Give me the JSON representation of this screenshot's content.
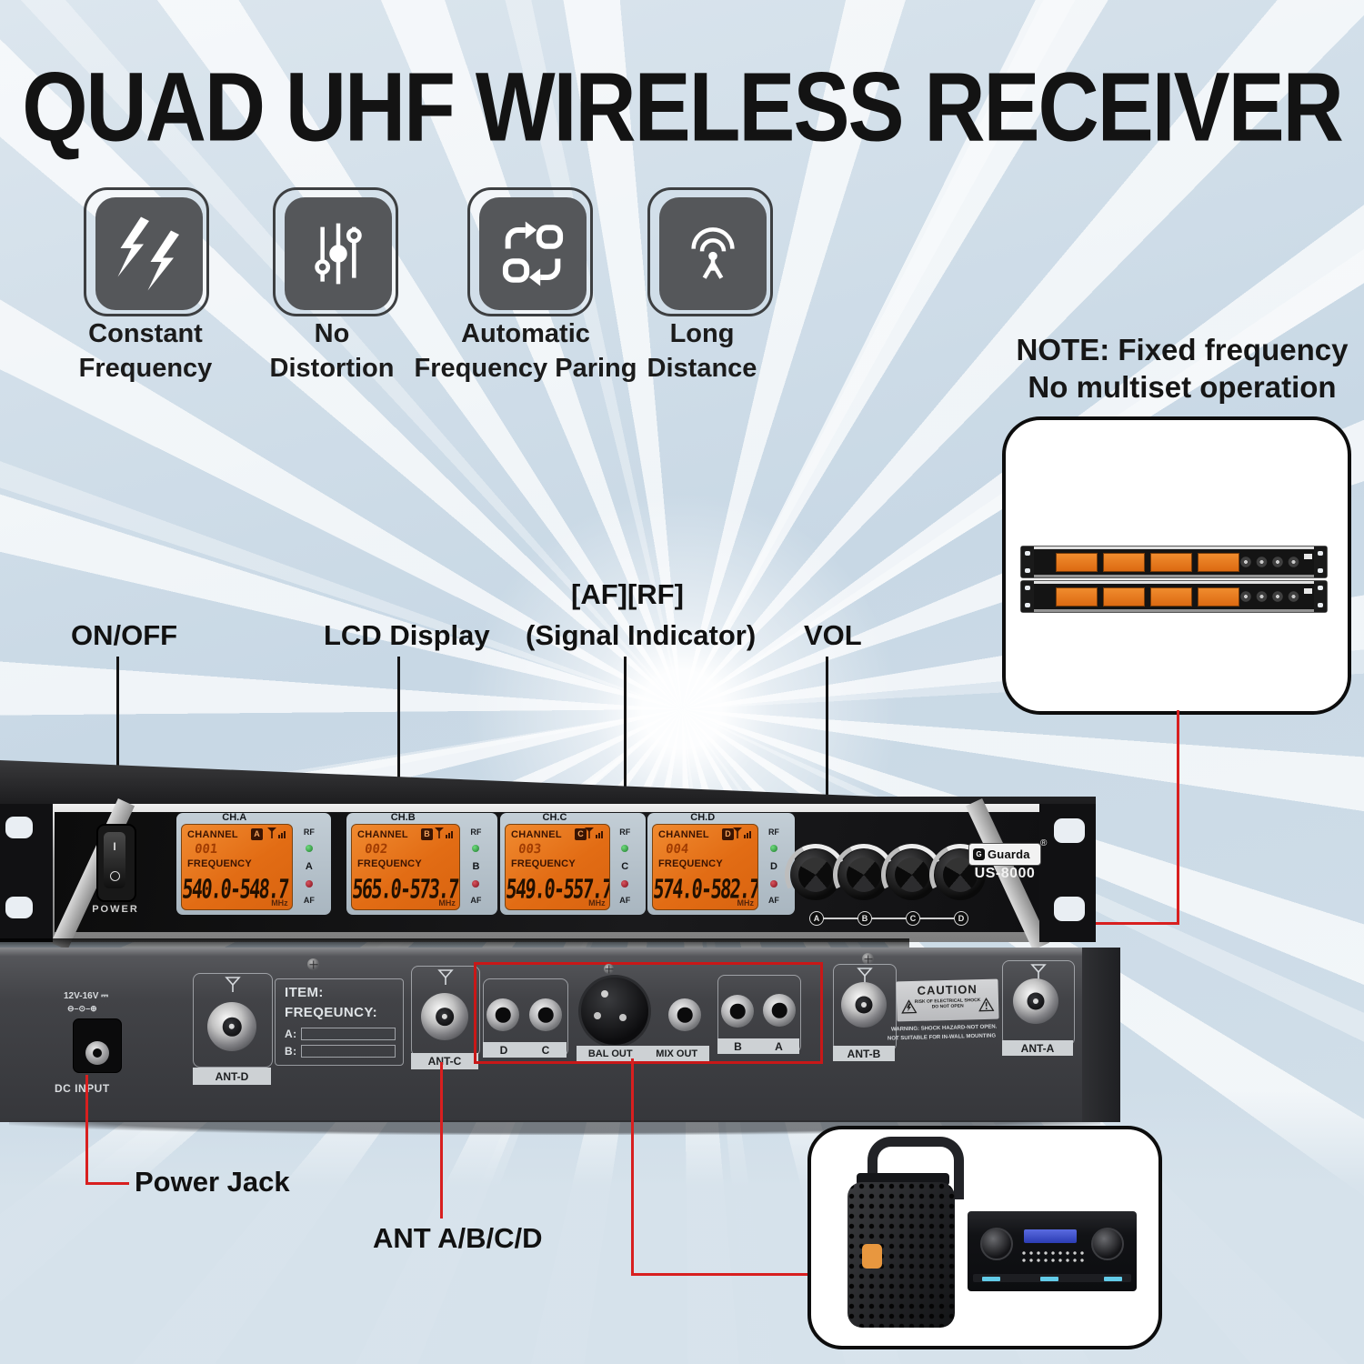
{
  "title": "QUAD UHF WIRELESS RECEIVER",
  "features": [
    {
      "icon": "lightning-icon",
      "line1": "Constant",
      "line2": "Frequency"
    },
    {
      "icon": "sliders-icon",
      "line1": "No",
      "line2": "Distortion"
    },
    {
      "icon": "auto-pairing-icon",
      "line1": "Automatic",
      "line2": "Frequency Paring"
    },
    {
      "icon": "long-distance-icon",
      "line1": "Long",
      "line2": "Distance"
    }
  ],
  "note": {
    "line1": "NOTE: Fixed frequency",
    "line2": "No multiset operation"
  },
  "callouts": {
    "on_off": "ON/OFF",
    "lcd": "LCD Display",
    "signal_top": "[AF][RF]",
    "signal_bottom": "(Signal Indicator)",
    "vol": "VOL",
    "power_jack": "Power Jack",
    "ant": "ANT A/B/C/D"
  },
  "front_panel": {
    "power_switch": {
      "on": "I",
      "off": "O",
      "label": "POWER"
    },
    "brand": {
      "name": "Guarda",
      "reg": "®",
      "model": "US-8000",
      "icon": "G"
    },
    "knob_labels": [
      "A",
      "B",
      "C",
      "D"
    ],
    "channels": [
      {
        "group": "CH.A",
        "channel_label": "CHANNEL",
        "letter": "A",
        "number": "001",
        "frequency_label": "FREQUENCY",
        "range": "540.0-548.7",
        "unit": "MHz",
        "rf": "RF",
        "af": "AF"
      },
      {
        "group": "CH.B",
        "channel_label": "CHANNEL",
        "letter": "B",
        "number": "002",
        "frequency_label": "FREQUENCY",
        "range": "565.0-573.7",
        "unit": "MHz",
        "rf": "RF",
        "af": "AF"
      },
      {
        "group": "CH.C",
        "channel_label": "CHANNEL",
        "letter": "C",
        "number": "003",
        "frequency_label": "FREQUENCY",
        "range": "549.0-557.7",
        "unit": "MHz",
        "rf": "RF",
        "af": "AF"
      },
      {
        "group": "CH.D",
        "channel_label": "CHANNEL",
        "letter": "D",
        "number": "004",
        "frequency_label": "FREQUENCY",
        "range": "574.0-582.7",
        "unit": "MHz",
        "rf": "RF",
        "af": "AF"
      }
    ]
  },
  "back_panel": {
    "dc": {
      "voltage": "12V-16V ⎓",
      "polarity": "⊖–⊙–⊕",
      "label": "DC INPUT"
    },
    "item_plate": {
      "item": "ITEM:",
      "frequency": "FREQEUNCY:",
      "row_a": "A:",
      "row_b": "B:"
    },
    "ant_d": "ANT-D",
    "ant_c": "ANT-C",
    "ant_b": "ANT-B",
    "ant_a": "ANT-A",
    "jacks_dc": [
      "D",
      "C"
    ],
    "jacks_ba": [
      "B",
      "A"
    ],
    "bal_out": "BAL OUT",
    "mix_out": "MIX OUT",
    "caution": {
      "title": "CAUTION",
      "risk1": "RISK OF ELECTRICAL SHOCK",
      "risk2": "DO NOT OPEN",
      "warn1": "WARNING: SHOCK HAZARD-NOT OPEN.",
      "warn2": "NOT SUITABLE FOR IN-WALL MOUNTING"
    }
  },
  "colors": {
    "background": "#cfdde9",
    "lcd_orange": "#e8731c",
    "callout_red": "#d81f1f",
    "panel_black": "#111111",
    "led_green": "#2e8b3a",
    "led_red": "#a11220"
  }
}
